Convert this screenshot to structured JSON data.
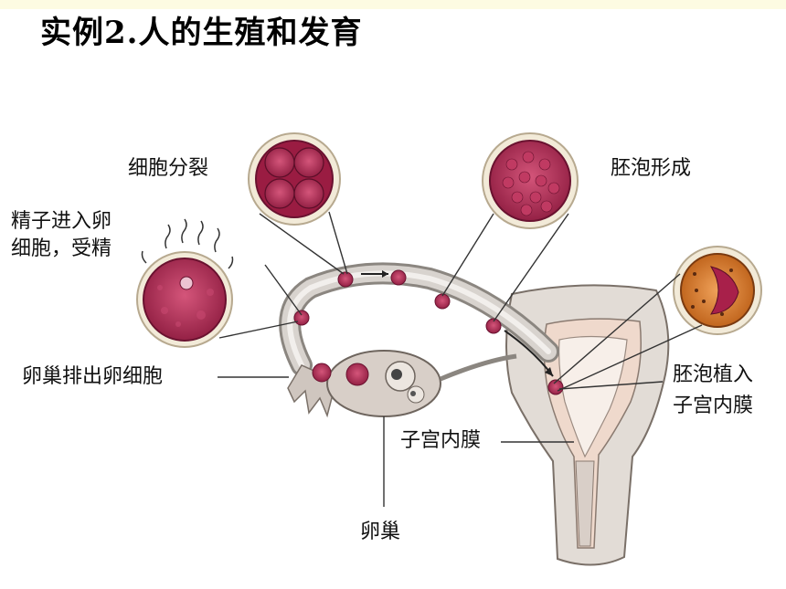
{
  "slide": {
    "title": "实例2.人的生殖和发育"
  },
  "diagram": {
    "labels": {
      "cell_division": "细胞分裂",
      "blastocyst_formation": "胚泡形成",
      "fertilization_line1": "精子进入卵",
      "fertilization_line2": "细胞，受精",
      "ovulation": "卵巢排出卵细胞",
      "implantation_line1": "胚泡植入",
      "implantation_line2": "子宫内膜",
      "endometrium": "子宫内膜",
      "ovary": "卵巢"
    }
  },
  "colors": {
    "cell_fill": "#a8204a",
    "blastocyst_fill": "#d27a25",
    "tissue_fill": "#e2dcd6",
    "lining_fill": "#efd9cc"
  }
}
